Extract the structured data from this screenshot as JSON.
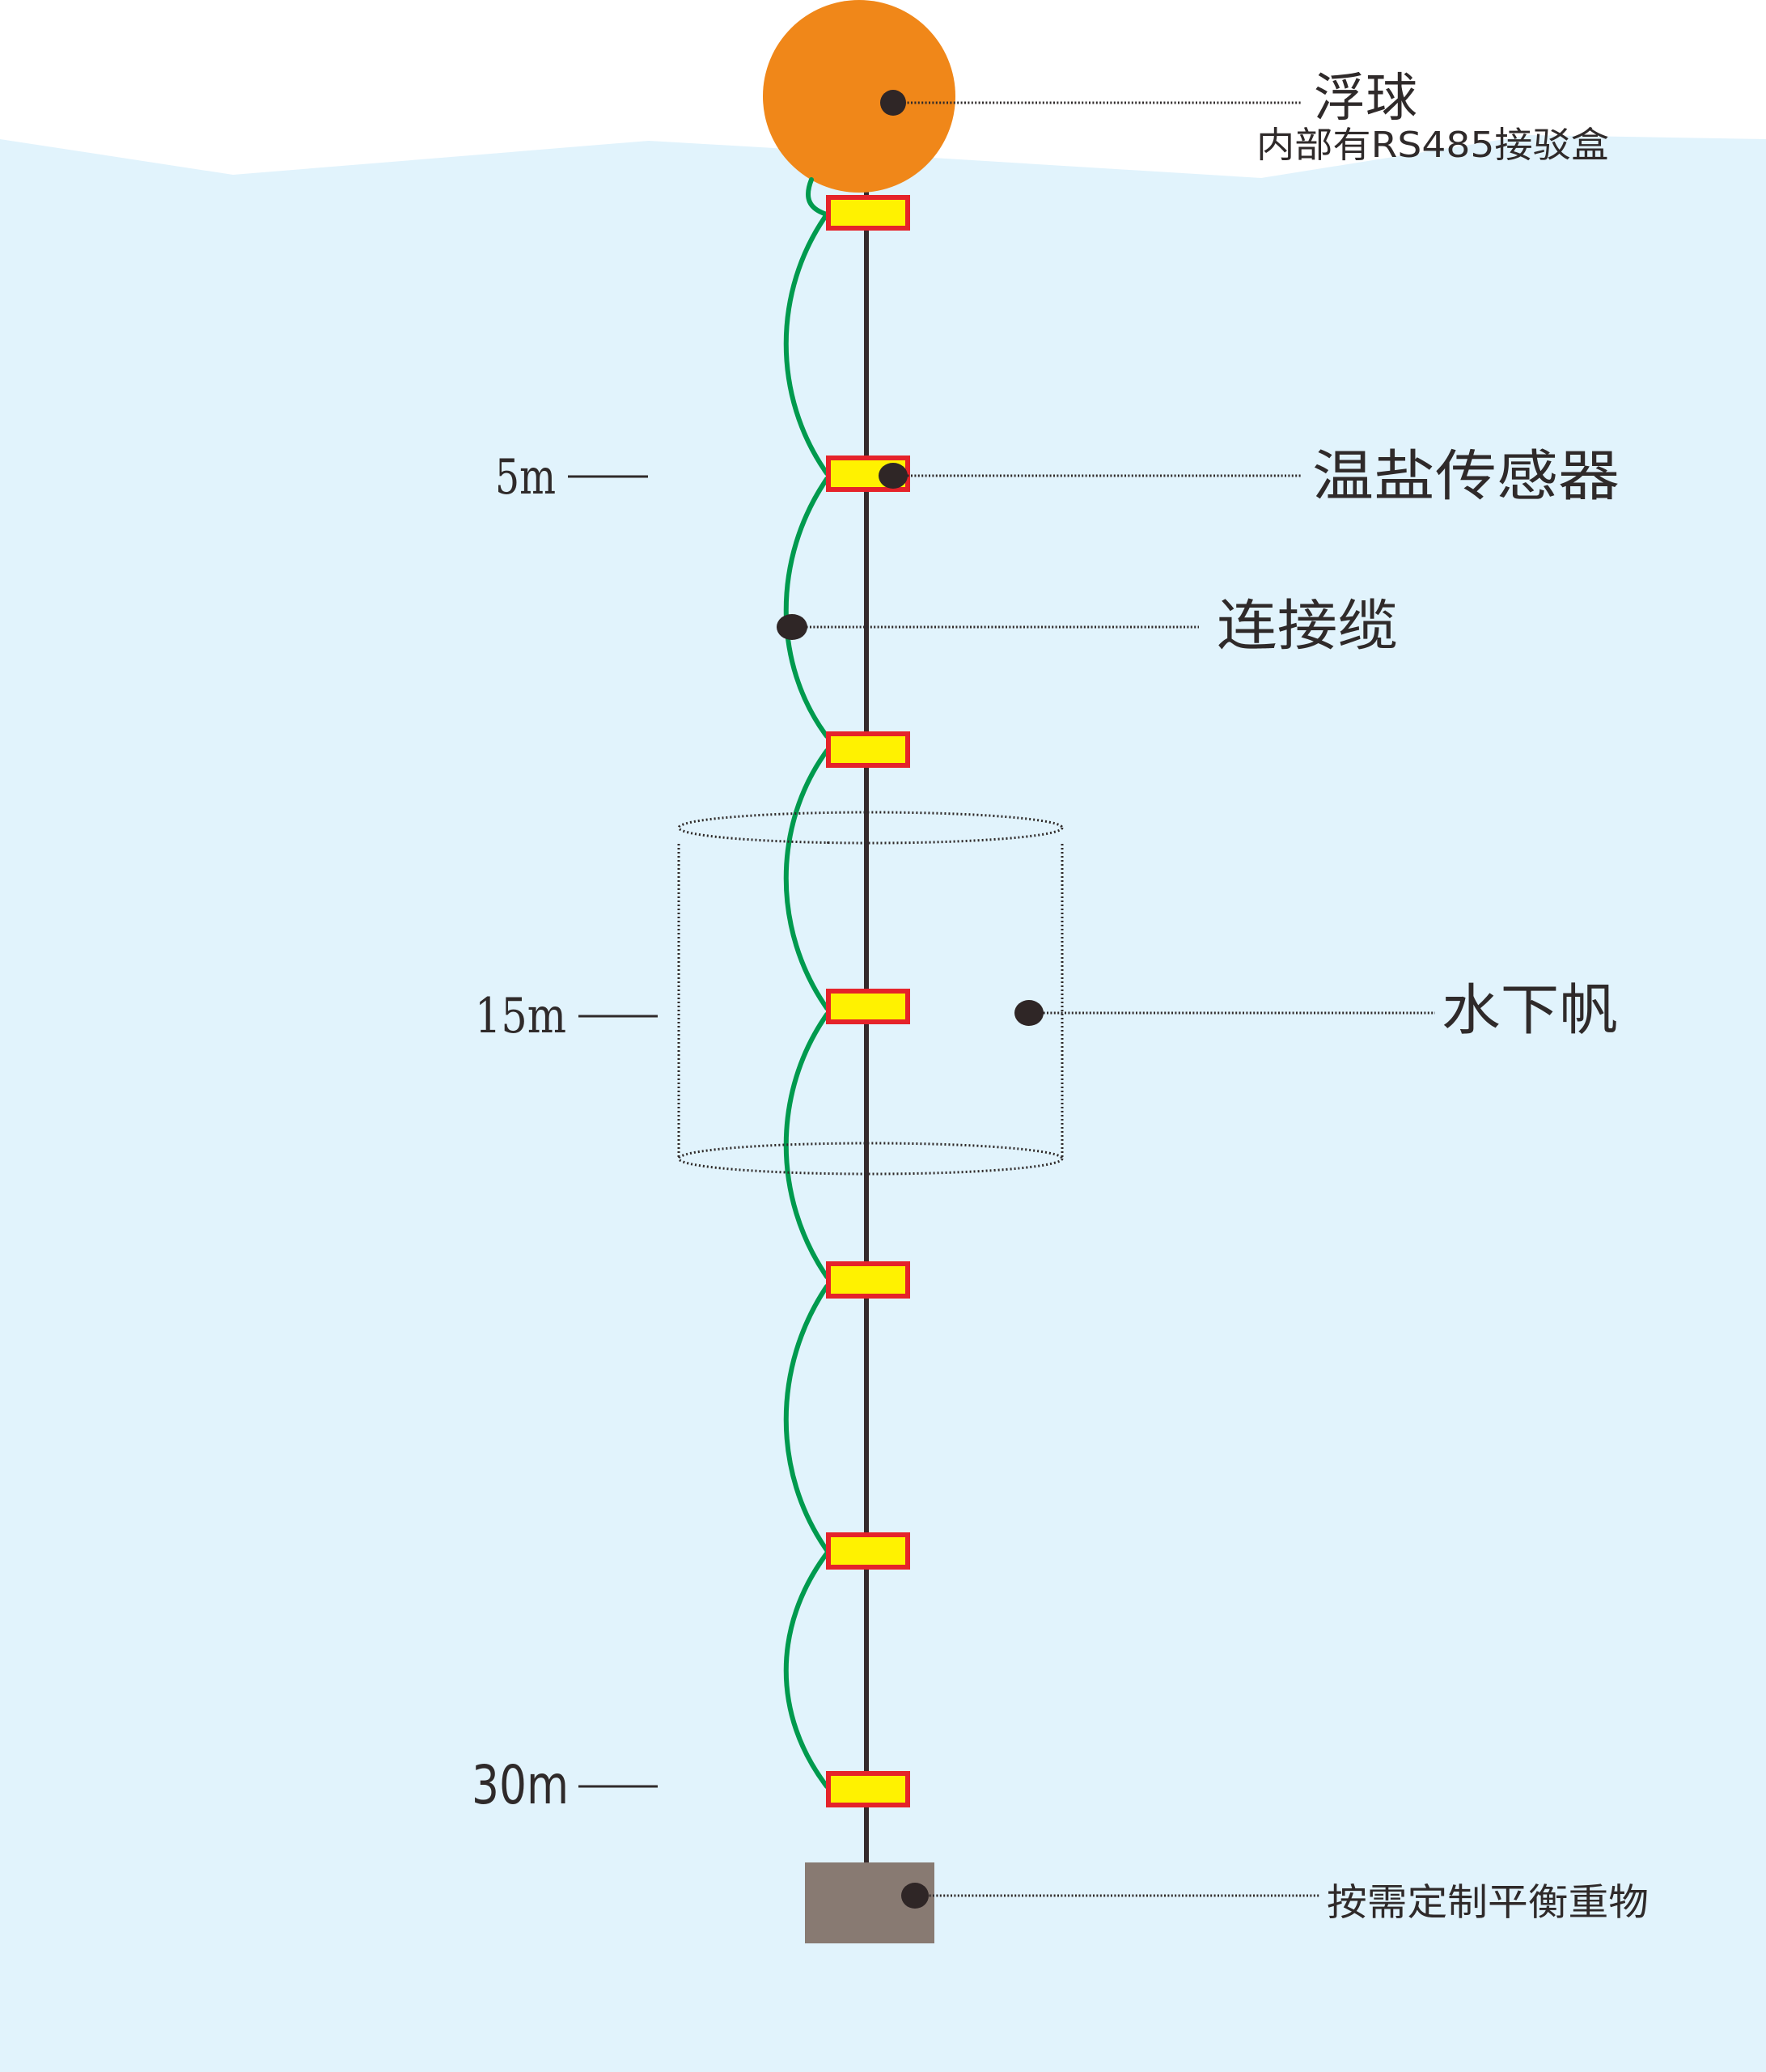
{
  "title": "温盐链示意图",
  "colors": {
    "water": "#e1f3fc",
    "sky": "#ffffff",
    "buoy": "#f08719",
    "sensor_fill": "#fff200",
    "sensor_border": "#e5232a",
    "cable": "#009a4e",
    "rod": "#352a2b",
    "weight": "#887a72",
    "text": "#2f2a2a"
  },
  "labels": {
    "buoy": "浮球",
    "buoy_note": "内部有RS485接驳盒",
    "sensor": "温盐传感器",
    "cable": "连接缆",
    "sail": "水下帆",
    "weight": "按需定制平衡重物"
  },
  "depth_markers": [
    {
      "label": "5m",
      "depth_m": 5
    },
    {
      "label": "15m",
      "depth_m": 15
    },
    {
      "label": "30m",
      "depth_m": 30
    }
  ],
  "sensor_count": 7
}
